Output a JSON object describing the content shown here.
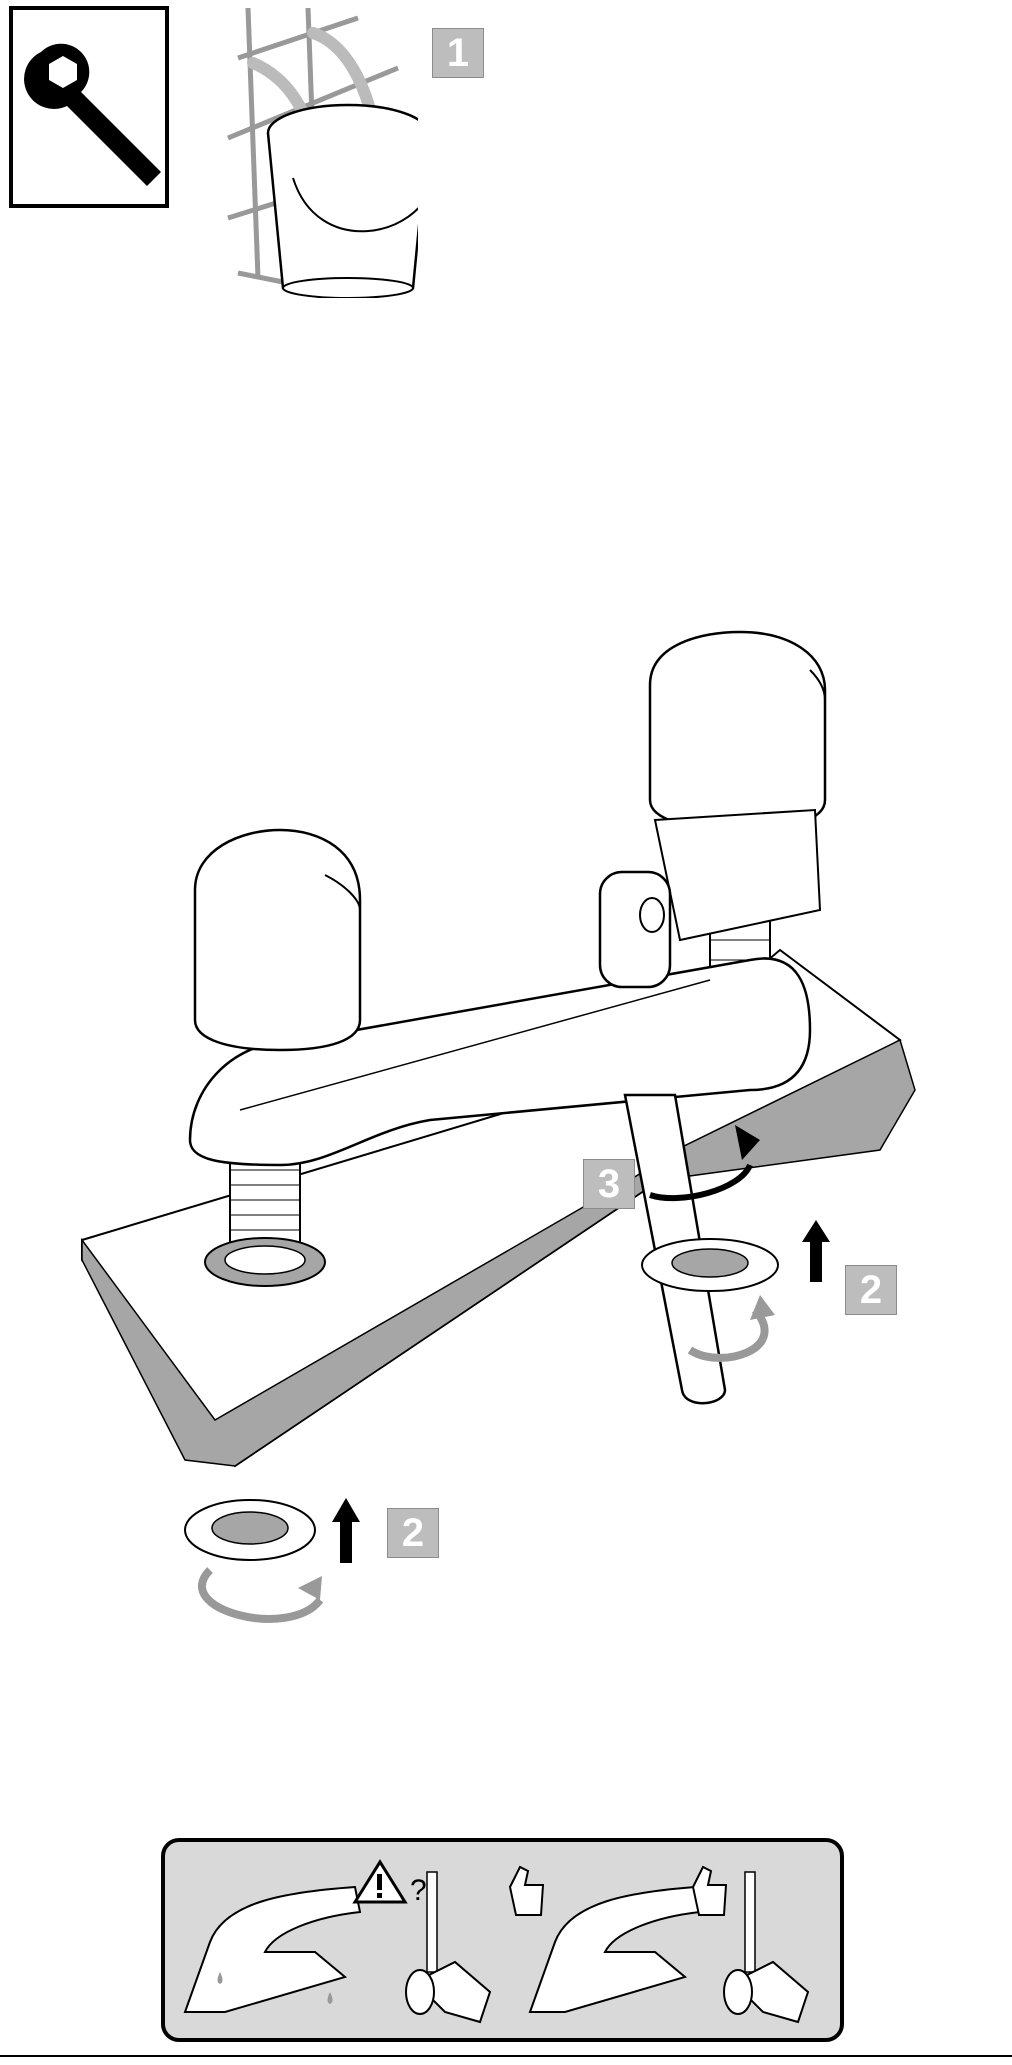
{
  "header": {
    "tool_icon": "wrench-icon",
    "step1": {
      "number": "1",
      "illustration": "drain-water-into-bucket"
    }
  },
  "main": {
    "illustration": "bath-mixer-tap-installation",
    "step2_right": {
      "number": "2"
    },
    "step2_left": {
      "number": "2"
    },
    "step3": {
      "number": "3"
    }
  },
  "footer": {
    "warning_panel": {
      "left": {
        "icon": "warning-icon",
        "mark": "?"
      },
      "right": {
        "icon": "thumbs-up-icon"
      }
    }
  },
  "colors": {
    "step_box": "#bdbdbd",
    "surface_gray": "#a6a6a6",
    "panel_gray": "#d9d9d9",
    "outline": "#000000"
  }
}
